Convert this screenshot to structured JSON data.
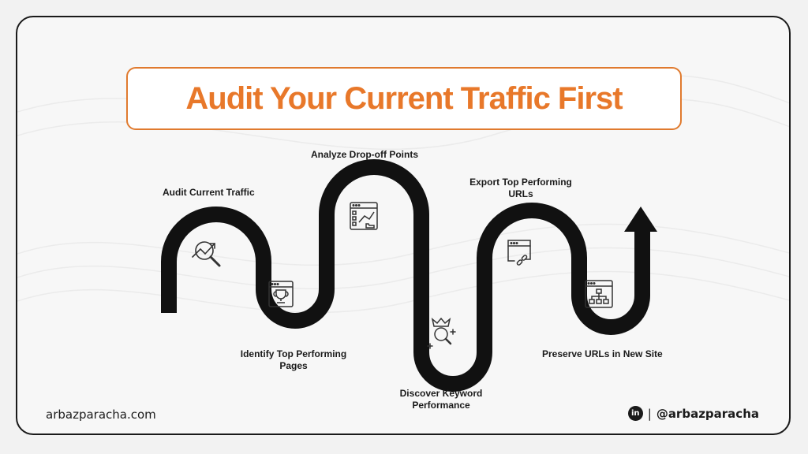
{
  "title": "Audit Your Current Traffic First",
  "steps": [
    {
      "label": "Audit Current Traffic",
      "icon": "traffic-magnifier-icon"
    },
    {
      "label": "Identify Top Performing Pages",
      "icon": "trophy-window-icon"
    },
    {
      "label": "Analyze Drop-off Points",
      "icon": "analytics-window-icon"
    },
    {
      "label": "Discover Keyword Performance",
      "icon": "crown-search-icon"
    },
    {
      "label": "Export Top Performing URLs",
      "icon": "link-window-icon"
    },
    {
      "label": "Preserve URLs in New Site",
      "icon": "sitemap-window-icon"
    }
  ],
  "footer": {
    "website": "arbazparacha.com",
    "linkedin_badge": "in",
    "separator": "|",
    "handle": "@arbazparacha"
  },
  "colors": {
    "accent": "#e8782a",
    "road": "#111111",
    "text": "#1a1a1a"
  }
}
